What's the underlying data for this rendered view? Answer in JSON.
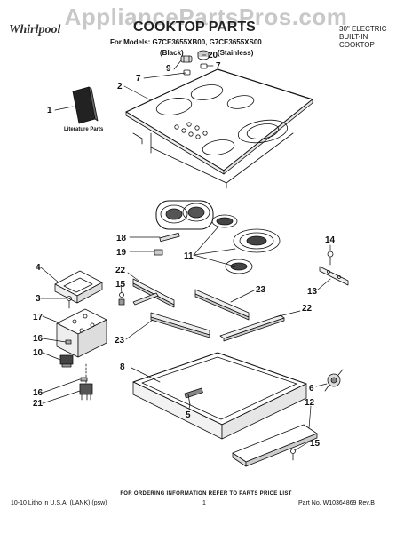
{
  "watermark": "AppliancePartsPros.com",
  "brand": "Whirlpool",
  "header": {
    "title": "COOKTOP PARTS",
    "models": "For Models: G7CE3655XB00, G7CE3655XS00",
    "variants": "(Black) (Stainless)",
    "product_line1": "30\" ELECTRIC",
    "product_line2": "BUILT-IN",
    "product_line3": "COOKTOP"
  },
  "diagram": {
    "literature_label": "Literature Parts",
    "callouts": [
      "20",
      "9",
      "7",
      "7",
      "2",
      "1",
      "18",
      "19",
      "11",
      "14",
      "13",
      "4",
      "22",
      "15",
      "23",
      "3",
      "17",
      "22",
      "16",
      "10",
      "23",
      "8",
      "5",
      "6",
      "12",
      "16",
      "21",
      "15"
    ]
  },
  "footer": {
    "ordering": "FOR ORDERING INFORMATION REFER TO PARTS PRICE LIST",
    "litho": "10-10 Litho in U.S.A. (LANK) (psw)",
    "page": "1",
    "part_no": "Part No. W10364869 Rev.B"
  }
}
